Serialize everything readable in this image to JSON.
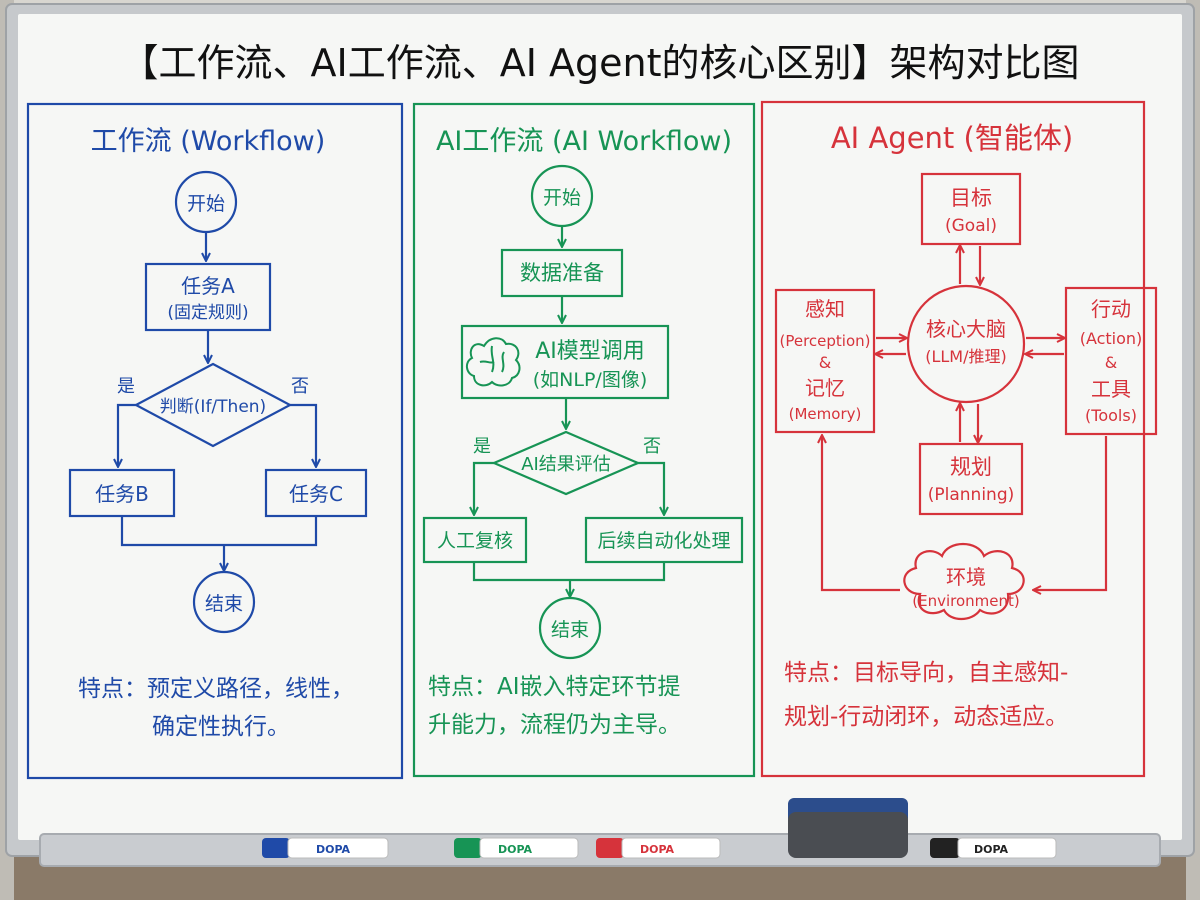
{
  "title": "【工作流、AI工作流、AI Agent的核心区别】架构对比图",
  "colors": {
    "blue": "#1f4aa8",
    "green": "#179455",
    "red": "#d6333b",
    "board": "#f6f7f5",
    "frame": "#c6c9cc"
  },
  "workflow": {
    "title": "工作流 (Workflow)",
    "start": "开始",
    "task_a": {
      "line1": "任务A",
      "line2": "(固定规则)"
    },
    "decision": "判断(If/Then)",
    "yes": "是",
    "no": "否",
    "task_b": "任务B",
    "task_c": "任务C",
    "end": "结束",
    "feature_line1": "特点：预定义路径，线性，",
    "feature_line2": "确定性执行。"
  },
  "ai_workflow": {
    "title": "AI工作流 (AI Workflow)",
    "start": "开始",
    "data_prep": "数据准备",
    "model_call": {
      "line1": "AI模型调用",
      "line2": "(如NLP/图像)"
    },
    "decision": "AI结果评估",
    "yes": "是",
    "no": "否",
    "manual_review": "人工复核",
    "auto_process": "后续自动化处理",
    "end": "结束",
    "feature_line1": "特点：AI嵌入特定环节提",
    "feature_line2": "升能力，流程仍为主导。"
  },
  "agent": {
    "title": "AI Agent (智能体)",
    "goal": {
      "line1": "目标",
      "line2": "(Goal)"
    },
    "perception": {
      "line1": "感知",
      "line2": "(Perception)",
      "line3": "&",
      "line4": "记忆",
      "line5": "(Memory)"
    },
    "brain": {
      "line1": "核心大脑",
      "line2": "(LLM/推理)"
    },
    "action": {
      "line1": "行动",
      "line2": "(Action)",
      "line3": "&",
      "line4": "工具",
      "line5": "(Tools)"
    },
    "planning": {
      "line1": "规划",
      "line2": "(Planning)"
    },
    "environment": {
      "line1": "环境",
      "line2": "(Environment)"
    },
    "feature_line1": "特点：目标导向，自主感知-",
    "feature_line2": "规划-行动闭环，动态适应。"
  },
  "markers": [
    {
      "label": "DOPA",
      "color": "#1f4aa8"
    },
    {
      "label": "DOPA",
      "color": "#179455"
    },
    {
      "label": "DOPA",
      "color": "#d6333b"
    },
    {
      "label": "DOPA",
      "color": "#222222"
    }
  ]
}
